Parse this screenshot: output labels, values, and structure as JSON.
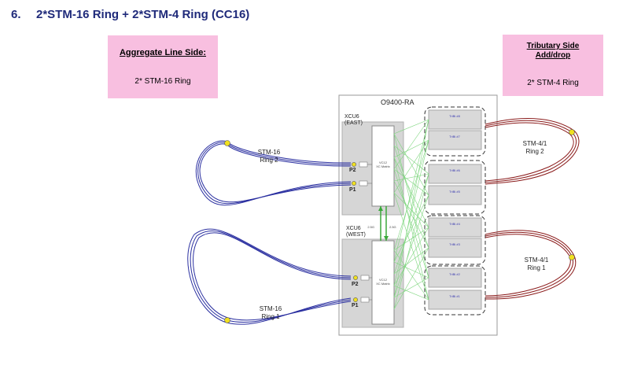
{
  "heading": {
    "number": "6.",
    "title": "2*STM-16 Ring + 2*STM-4 Ring (CC16)"
  },
  "aggregate": {
    "title": "Aggregate Line Side:",
    "subtitle": "2* STM-16 Ring"
  },
  "tributary": {
    "title_line1": "Tributary Side",
    "title_line2": "Add/drop",
    "subtitle": "2* STM-4 Ring"
  },
  "node": {
    "title": "O9400-RA"
  },
  "xcu_east": {
    "line1": "XCU6",
    "line2": "(EAST)",
    "matrix_line1": "VC12",
    "matrix_line2": "XC Matrix"
  },
  "xcu_west": {
    "line1": "XCU6",
    "line2": "(WEST)",
    "matrix_line1": "VC12",
    "matrix_line2": "XC Matrix"
  },
  "ports": {
    "east_p2": "P2",
    "east_p1": "P1",
    "west_p2": "P2",
    "west_p1": "P1"
  },
  "between_labels": {
    "left": "2.5G",
    "right": "2.5G"
  },
  "rings": {
    "stm16_ring2_line1": "STM-16",
    "stm16_ring2_line2": "Ring 2",
    "stm16_ring1_line1": "STM-16",
    "stm16_ring1_line2": "Ring 1",
    "stm4_ring2_line1": "STM-4/1",
    "stm4_ring2_line2": "Ring 2",
    "stm4_ring1_line1": "STM-4/1",
    "stm4_ring1_line2": "Ring 1"
  },
  "tributary_cards": [
    "TriBi #8",
    "TriBi #7",
    "TriBi #6",
    "TriBi #5",
    "TriBi #4",
    "TriBi #3",
    "TriBi #2",
    "TriBi #1"
  ],
  "colors": {
    "heading": "#1f2a7a",
    "pink": "#f8bfe0",
    "stm16_ring": "#2a2fa0",
    "stm4_ring": "#8a1a1a",
    "connector": "#6fcf6f",
    "card": "#d9d9d9"
  }
}
